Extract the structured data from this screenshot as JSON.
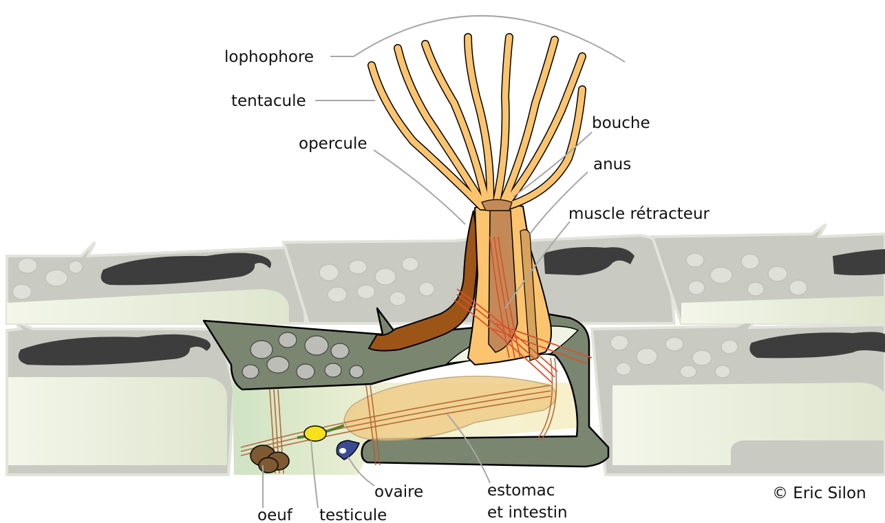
{
  "labels": {
    "lophophore": "lophophore",
    "tentacule": "tentacule",
    "opercule": "opercule",
    "bouche": "bouche",
    "anus": "anus",
    "muscle": "muscle rétracteur",
    "oeuf": "oeuf",
    "testicule": "testicule",
    "ovaire": "ovaire",
    "estomac_line1": "estomac",
    "estomac_line2": "et intestin",
    "copyright": "©  Eric Silon"
  },
  "colors": {
    "zooid_wall": "#c9cac2",
    "zooid_wall_edge": "#e2e3da",
    "cavity_dark": "#3d3d3d",
    "stone": "#dfe0d8",
    "interior": "#eef2dd",
    "main_wall": "#7a8670",
    "tentacle": "#fcc46e",
    "polypide_brown": "#9c5417",
    "muscle_red": "#d9522d",
    "testis_yellow": "#f5e01c",
    "ovary_blue": "#3a4a96",
    "egg_brown": "#7d5a32"
  }
}
